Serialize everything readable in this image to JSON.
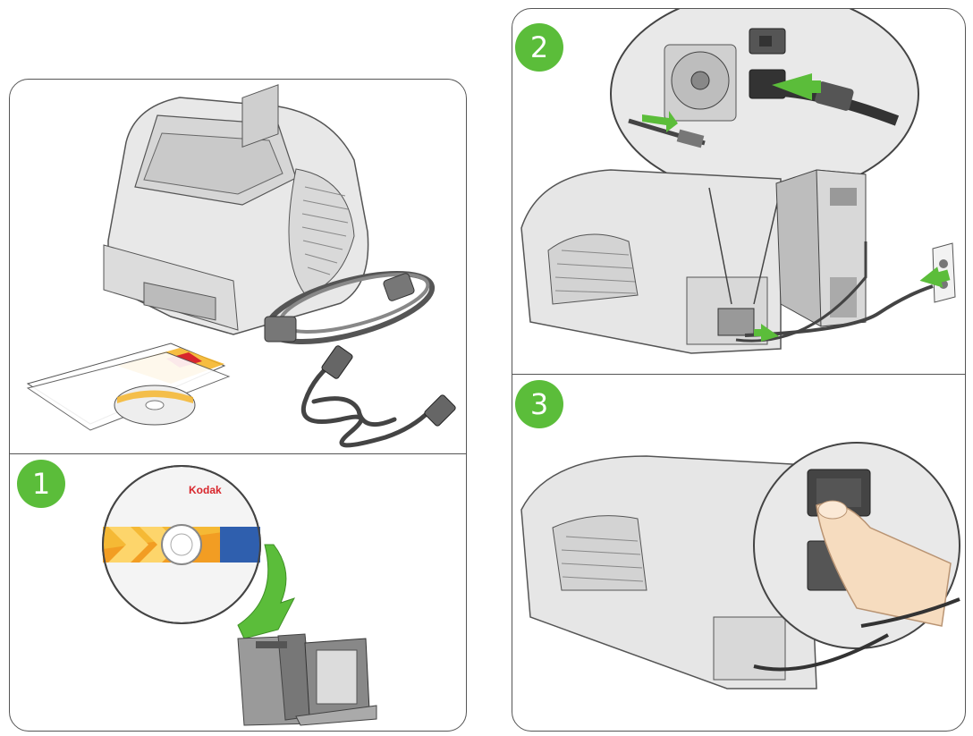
{
  "steps": [
    {
      "number": "1"
    },
    {
      "number": "2"
    },
    {
      "number": "3"
    }
  ],
  "cd": {
    "brand": "Kodak"
  },
  "colors": {
    "badge_green": "#5bbd3a",
    "arrow_green": "#5bbd3a",
    "scanner_gray": "#e6e6e6",
    "kodak_red": "#d8262c",
    "kodak_yellow": "#f5b220",
    "stripe_blue": "#2f5fae"
  },
  "illustrations": [
    {
      "name": "package-contents",
      "items": [
        "scanner",
        "power-cord",
        "usb-cable",
        "documents",
        "installation-cd"
      ]
    },
    {
      "name": "install-cd-into-computer"
    },
    {
      "name": "connect-usb-and-power-cables"
    },
    {
      "name": "press-power-switch"
    }
  ]
}
